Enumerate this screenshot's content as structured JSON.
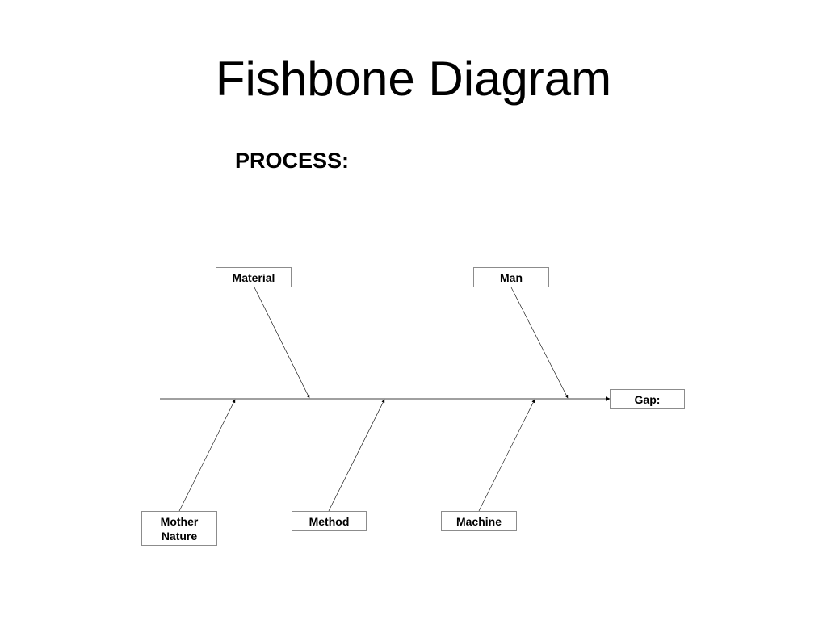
{
  "slide": {
    "title": "Fishbone Diagram",
    "process_label": "PROCESS:"
  },
  "diagram": {
    "effect": "Gap:",
    "causes_top": [
      "Material",
      "Man"
    ],
    "causes_bottom": [
      "Mother\nNature",
      "Method",
      "Machine"
    ]
  }
}
